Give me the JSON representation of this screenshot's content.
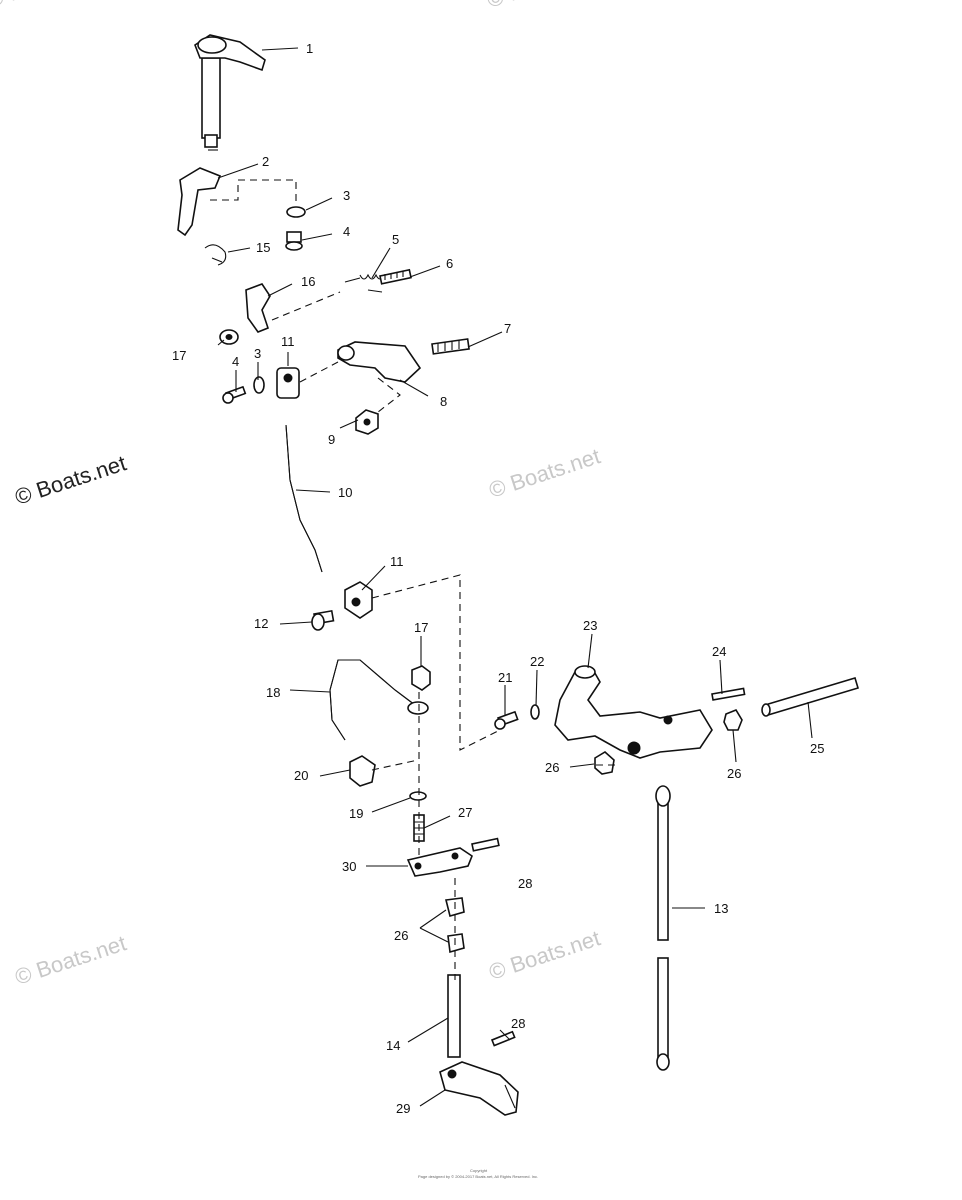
{
  "watermarks": [
    "© Boats.net",
    "© Boats.net",
    "© Boats.net",
    "© Boats.net",
    "© Boats.net",
    "© Boats.net"
  ],
  "footer": [
    "Copyright",
    "Page designed by © 2004-2017 Boats.net, All Rights Reserved. Inc."
  ],
  "callouts": {
    "c1": "1",
    "c2": "2",
    "c3a": "3",
    "c4a": "4",
    "c5": "5",
    "c6": "6",
    "c15": "15",
    "c16": "16",
    "c7": "7",
    "c17a": "17",
    "c4b": "4",
    "c3b": "3",
    "c11a": "11",
    "c8": "8",
    "c9": "9",
    "c10": "10",
    "c11b": "11",
    "c12": "12",
    "c17b": "17",
    "c23": "23",
    "c22": "22",
    "c21": "21",
    "c24": "24",
    "c18": "18",
    "c25": "25",
    "c20": "20",
    "c26a": "26",
    "c26b": "26",
    "c19": "19",
    "c27": "27",
    "c30": "30",
    "c28a": "28",
    "c13": "13",
    "c26c": "26",
    "c14": "14",
    "c28b": "28",
    "c29": "29"
  }
}
